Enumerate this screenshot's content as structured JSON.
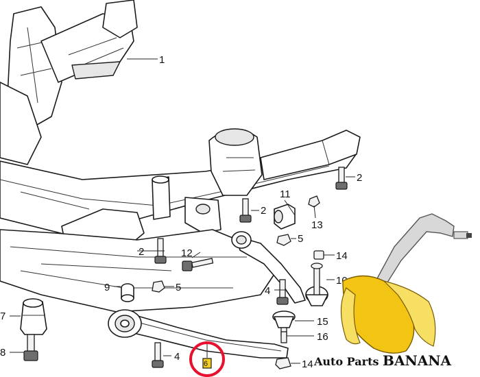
{
  "diagram": {
    "callouts": {
      "p1": "1",
      "p2a": "2",
      "p2b": "2",
      "p2c": "2",
      "p4a": "4",
      "p4b": "4",
      "p5a": "5",
      "p5b": "5",
      "p6": "6",
      "p7": "7",
      "p8": "8",
      "p9": "9",
      "p10": "10",
      "p11": "11",
      "p12": "12",
      "p13": "13",
      "p14a": "14",
      "p14b": "14",
      "p15": "15",
      "p16": "16"
    },
    "highlight": {
      "part": "6",
      "color": "#e8102e"
    }
  },
  "watermark": {
    "text_prefix": "Auto Parts ",
    "text_brand": "BANANA",
    "banana_color": "#f2c514",
    "pin_color": "#d8d8d8"
  }
}
